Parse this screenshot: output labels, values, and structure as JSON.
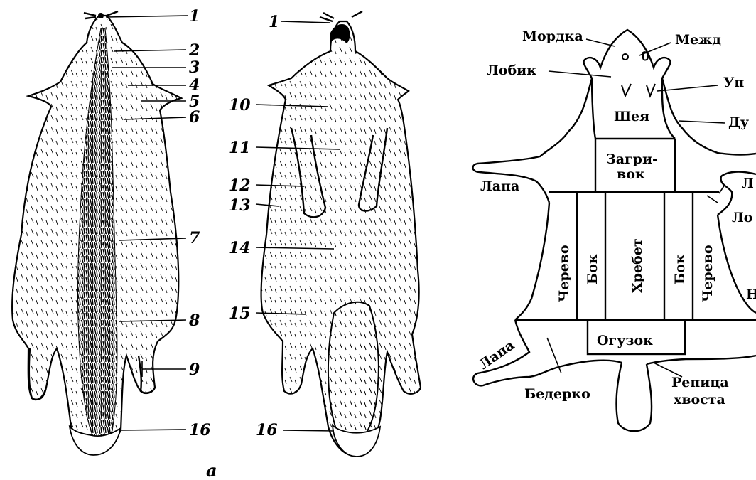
{
  "figure_label": "а",
  "dorsal_labels": [
    "1",
    "2",
    "3",
    "4",
    "5",
    "6",
    "7",
    "8",
    "9",
    "16"
  ],
  "ventral_labels": [
    "1",
    "10",
    "11",
    "12",
    "13",
    "14",
    "15",
    "16"
  ],
  "regions": {
    "mordka": "Мордка",
    "mezhd": "Межд",
    "lobik": "Лобик",
    "up": "Уп",
    "sheya": "Шея",
    "du": "Ду",
    "zagri": "Загри-",
    "vok": "вок",
    "lapa_left_top": "Лапа",
    "l_right": "Л",
    "lo_right": "Ло",
    "cherevo_left": "Черево",
    "bok_left": "Бок",
    "khrebet": "Хребет",
    "bok_right": "Бок",
    "cherevo_right": "Черево",
    "n_right": "Н",
    "ogúzok": "Огузок",
    "lapa_left_bottom": "Лапа",
    "bederko": "Бедерко",
    "repica": "Репица",
    "khvosta": "хвоста"
  },
  "colors": {
    "ink": "#000000",
    "paper": "#ffffff"
  }
}
